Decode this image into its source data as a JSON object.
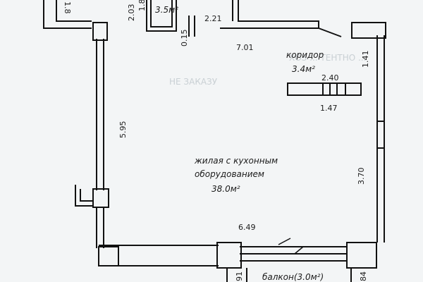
{
  "plan": {
    "rooms": {
      "living": {
        "line1": "жилая с кухонным",
        "line2": "оборудованием",
        "area": "38.0м²"
      },
      "corridor": {
        "name": "коридор",
        "area": "3.4м²"
      },
      "top_room": {
        "area": "3.5м²"
      },
      "balcony": {
        "label": "балкон(3.0м²)"
      }
    },
    "dimensions": {
      "top_left_clip": "1.8",
      "d203": "2.03",
      "d18": "1.8",
      "d221": "2.21",
      "d015": "0.15",
      "d701": "7.01",
      "d141": "1.41",
      "d240": "2.40",
      "d147": "1.47",
      "d595": "5.95",
      "d370": "3.70",
      "d649": "6.49",
      "d91": "91",
      "d84": "84"
    },
    "background_text": {
      "line1": "ХОЗ ... ТЕНТНО ...",
      "line2": "НЕ ЗАКАЗУ"
    }
  }
}
